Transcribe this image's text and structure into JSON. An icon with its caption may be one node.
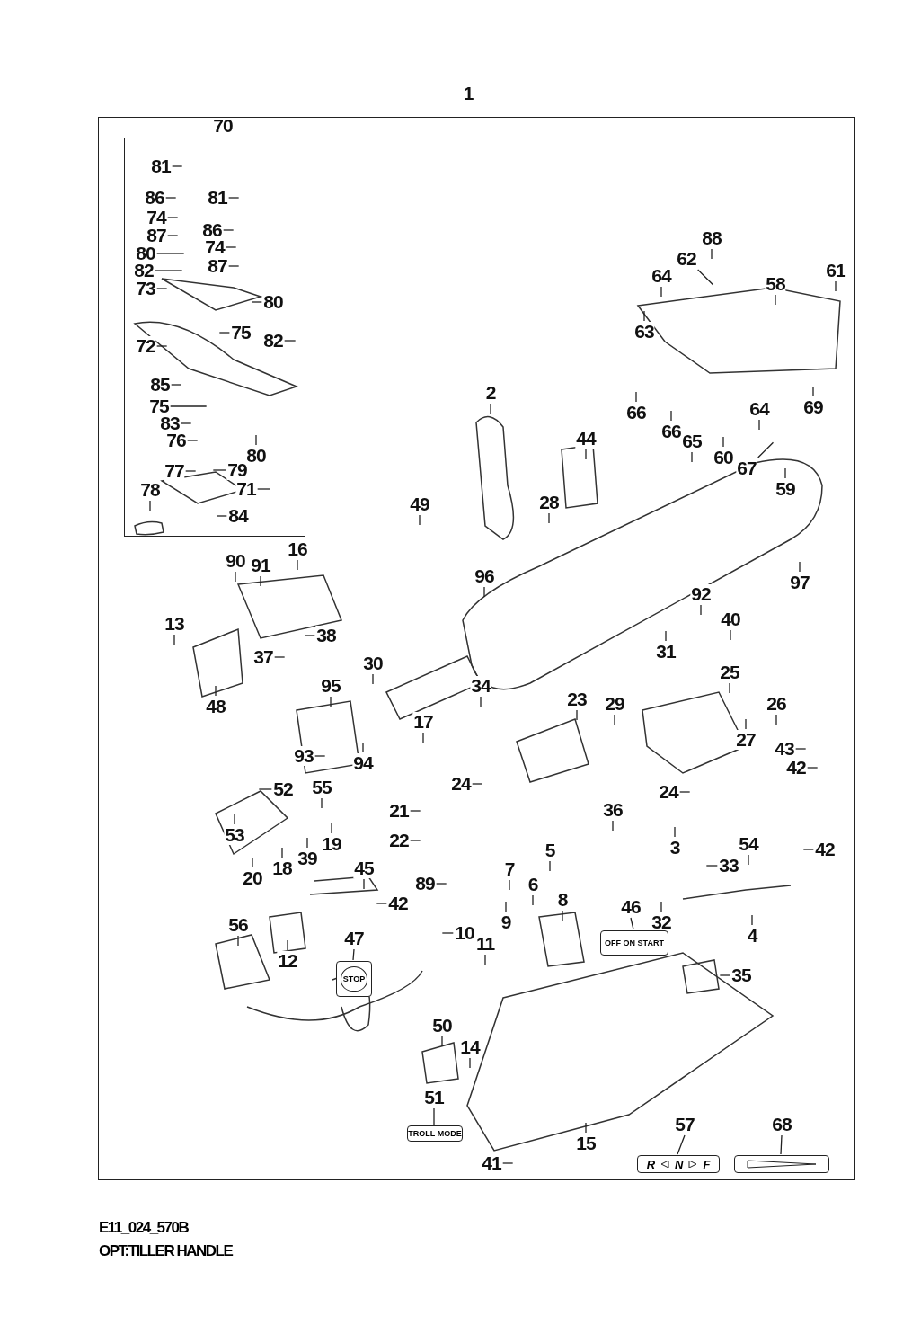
{
  "diagram": {
    "nodes": [
      {
        "text": [
          "1"
        ]
      },
      {
        "text": [
          "70"
        ],
        "in": 0
      },
      {
        "text": [
          "81"
        ],
        "in": 1
      },
      {
        "text": [
          "86"
        ],
        "in": 1
      },
      {
        "text": [
          "81"
        ],
        "in": 1
      },
      {
        "text": [
          "74"
        ],
        "in": 1
      },
      {
        "text": [
          "86"
        ],
        "in": 1
      },
      {
        "text": [
          "87"
        ],
        "in": 1
      },
      {
        "text": [
          "74"
        ],
        "in": 1
      },
      {
        "text": [
          "80"
        ],
        "in": 1
      },
      {
        "text": [
          "87"
        ],
        "in": 1
      },
      {
        "text": [
          "82"
        ],
        "in": 1
      },
      {
        "text": [
          "73"
        ],
        "in": 1
      },
      {
        "text": [
          "80"
        ],
        "in": 1
      },
      {
        "text": [
          "75"
        ],
        "in": 1
      },
      {
        "text": [
          "82"
        ],
        "in": 1
      },
      {
        "text": [
          "72"
        ],
        "in": 1
      },
      {
        "text": [
          "85"
        ],
        "in": 1
      },
      {
        "text": [
          "75"
        ],
        "in": 1
      },
      {
        "text": [
          "83"
        ],
        "in": 1
      },
      {
        "text": [
          "76"
        ],
        "in": 1
      },
      {
        "text": [
          "80"
        ],
        "in": 1
      },
      {
        "text": [
          "79"
        ],
        "in": 1
      },
      {
        "text": [
          "77"
        ],
        "in": 1
      },
      {
        "text": [
          "71"
        ],
        "in": 1
      },
      {
        "text": [
          "78"
        ],
        "in": 1
      },
      {
        "text": [
          "84"
        ],
        "in": 1
      },
      {
        "text": [
          "88"
        ],
        "in": 0
      },
      {
        "text": [
          "62"
        ],
        "in": 0
      },
      {
        "text": [
          "61"
        ],
        "in": 0
      },
      {
        "text": [
          "64"
        ],
        "in": 0
      },
      {
        "text": [
          "58"
        ],
        "in": 0
      },
      {
        "text": [
          "63"
        ],
        "in": 0
      },
      {
        "text": [
          "2"
        ],
        "in": 0
      },
      {
        "text": [
          "66"
        ],
        "in": 0
      },
      {
        "text": [
          "64"
        ],
        "in": 0
      },
      {
        "text": [
          "69"
        ],
        "in": 0
      },
      {
        "text": [
          "66"
        ],
        "in": 0
      },
      {
        "text": [
          "65"
        ],
        "in": 0
      },
      {
        "text": [
          "44"
        ],
        "in": 0
      },
      {
        "text": [
          "60"
        ],
        "in": 0
      },
      {
        "text": [
          "67"
        ],
        "in": 0
      },
      {
        "text": [
          "59"
        ],
        "in": 0
      },
      {
        "text": [
          "28"
        ],
        "in": 0
      },
      {
        "text": [
          "49"
        ],
        "in": 0
      },
      {
        "text": [
          "16"
        ],
        "in": 0
      },
      {
        "text": [
          "90"
        ],
        "in": 0
      },
      {
        "text": [
          "91"
        ],
        "in": 0
      },
      {
        "text": [
          "96"
        ],
        "in": 0
      },
      {
        "text": [
          "97"
        ],
        "in": 0
      },
      {
        "text": [
          "92"
        ],
        "in": 0
      },
      {
        "text": [
          "40"
        ],
        "in": 0
      },
      {
        "text": [
          "13"
        ],
        "in": 0
      },
      {
        "text": [
          "38"
        ],
        "in": 0
      },
      {
        "text": [
          "31"
        ],
        "in": 0
      },
      {
        "text": [
          "37"
        ],
        "in": 0
      },
      {
        "text": [
          "30"
        ],
        "in": 0
      },
      {
        "text": [
          "25"
        ],
        "in": 0
      },
      {
        "text": [
          "95"
        ],
        "in": 0
      },
      {
        "text": [
          "34"
        ],
        "in": 0
      },
      {
        "text": [
          "48"
        ],
        "in": 0
      },
      {
        "text": [
          "23"
        ],
        "in": 0
      },
      {
        "text": [
          "29"
        ],
        "in": 0
      },
      {
        "text": [
          "26"
        ],
        "in": 0
      },
      {
        "text": [
          "17"
        ],
        "in": 0
      },
      {
        "text": [
          "27"
        ],
        "in": 0
      },
      {
        "text": [
          "43"
        ],
        "in": 0
      },
      {
        "text": [
          "93"
        ],
        "in": 0
      },
      {
        "text": [
          "94"
        ],
        "in": 0
      },
      {
        "text": [
          "42"
        ],
        "in": 0
      },
      {
        "text": [
          "24"
        ],
        "in": 0
      },
      {
        "text": [
          "55"
        ],
        "in": 0
      },
      {
        "text": [
          "52"
        ],
        "in": 0
      },
      {
        "text": [
          "24"
        ],
        "in": 0
      },
      {
        "text": [
          "36"
        ],
        "in": 0
      },
      {
        "text": [
          "21"
        ],
        "in": 0
      },
      {
        "text": [
          "53"
        ],
        "in": 0
      },
      {
        "text": [
          "22"
        ],
        "in": 0
      },
      {
        "text": [
          "19"
        ],
        "in": 0
      },
      {
        "text": [
          "39"
        ],
        "in": 0
      },
      {
        "text": [
          "54"
        ],
        "in": 0
      },
      {
        "text": [
          "3"
        ],
        "in": 0
      },
      {
        "text": [
          "5"
        ],
        "in": 0
      },
      {
        "text": [
          "42"
        ],
        "in": 0
      },
      {
        "text": [
          "33"
        ],
        "in": 0
      },
      {
        "text": [
          "18"
        ],
        "in": 0
      },
      {
        "text": [
          "45"
        ],
        "in": 0
      },
      {
        "text": [
          "7"
        ],
        "in": 0
      },
      {
        "text": [
          "20"
        ],
        "in": 0
      },
      {
        "text": [
          "89"
        ],
        "in": 0
      },
      {
        "text": [
          "6"
        ],
        "in": 0
      },
      {
        "text": [
          "8"
        ],
        "in": 0
      },
      {
        "text": [
          "42"
        ],
        "in": 0
      },
      {
        "text": [
          "46"
        ],
        "in": 0
      },
      {
        "text": [
          "9"
        ],
        "in": 0
      },
      {
        "text": [
          "32"
        ],
        "in": 0
      },
      {
        "text": [
          "56"
        ],
        "in": 0
      },
      {
        "text": [
          "4"
        ],
        "in": 0
      },
      {
        "text": [
          "10"
        ],
        "in": 0
      },
      {
        "text": [
          "47"
        ],
        "in": 0
      },
      {
        "text": [
          "11"
        ],
        "in": 0
      },
      {
        "text": [
          "OFF ON START"
        ],
        "in": 0
      },
      {
        "text": [
          "12"
        ],
        "in": 0
      },
      {
        "text": [
          "35"
        ],
        "in": 0
      },
      {
        "text": [
          "STOP"
        ],
        "in": 0
      },
      {
        "text": [
          "50"
        ],
        "in": 0
      },
      {
        "text": [
          "14"
        ],
        "in": 0
      },
      {
        "text": [
          "51"
        ],
        "in": 0
      },
      {
        "text": [
          "57"
        ],
        "in": 0
      },
      {
        "text": [
          "68"
        ],
        "in": 0
      },
      {
        "text": [
          "TROLL MODE"
        ],
        "in": 0
      },
      {
        "text": [
          "15"
        ],
        "in": 0
      },
      {
        "text": [
          "R",
          "N",
          "F"
        ],
        "in": 0
      },
      {
        "text": [],
        "shape": "box",
        "in": 0
      },
      {
        "text": [
          "41"
        ],
        "in": 0
      }
    ],
    "edges": [
      {
        "from": 2,
        "to": null,
        "arrow": "none"
      },
      {
        "from": 3,
        "to": null,
        "arrow": "none"
      },
      {
        "from": 4,
        "to": null,
        "arrow": "none"
      },
      {
        "from": 5,
        "to": null,
        "arrow": "none"
      },
      {
        "from": 6,
        "to": null,
        "arrow": "none"
      },
      {
        "from": 7,
        "to": null,
        "arrow": "none"
      },
      {
        "from": 8,
        "to": null,
        "arrow": "none"
      },
      {
        "from": 9,
        "to": null,
        "arrow": "none"
      },
      {
        "from": 10,
        "to": null,
        "arrow": "none"
      },
      {
        "from": 11,
        "to": null,
        "arrow": "none"
      },
      {
        "from": 12,
        "to": null,
        "arrow": "none"
      },
      {
        "from": 13,
        "to": null,
        "arrow": "none"
      },
      {
        "from": 14,
        "to": null,
        "arrow": "none"
      },
      {
        "from": 15,
        "to": null,
        "arrow": "none"
      },
      {
        "from": 16,
        "to": null,
        "arrow": "none"
      },
      {
        "from": 17,
        "to": null,
        "arrow": "none"
      },
      {
        "from": 18,
        "to": null,
        "arrow": "none"
      },
      {
        "from": 19,
        "to": null,
        "arrow": "none"
      },
      {
        "from": 20,
        "to": null,
        "arrow": "none"
      },
      {
        "from": 21,
        "to": null,
        "arrow": "none"
      },
      {
        "from": 22,
        "to": null,
        "arrow": "none"
      },
      {
        "from": 23,
        "to": null,
        "arrow": "none"
      },
      {
        "from": 24,
        "to": null,
        "arrow": "none"
      },
      {
        "from": 25,
        "to": null,
        "arrow": "none"
      },
      {
        "from": 26,
        "to": null,
        "arrow": "none"
      },
      {
        "from": 27,
        "to": null,
        "arrow": "none"
      },
      {
        "from": 28,
        "to": null,
        "arrow": "none"
      },
      {
        "from": 29,
        "to": null,
        "arrow": "none"
      },
      {
        "from": 30,
        "to": null,
        "arrow": "none"
      },
      {
        "from": 31,
        "to": null,
        "arrow": "none"
      },
      {
        "from": 32,
        "to": null,
        "arrow": "none"
      },
      {
        "from": 33,
        "to": null,
        "arrow": "none"
      },
      {
        "from": 34,
        "to": null,
        "arrow": "none"
      },
      {
        "from": 35,
        "to": null,
        "arrow": "none"
      },
      {
        "from": 36,
        "to": null,
        "arrow": "none"
      },
      {
        "from": 37,
        "to": null,
        "arrow": "none"
      },
      {
        "from": 38,
        "to": null,
        "arrow": "none"
      },
      {
        "from": 39,
        "to": null,
        "arrow": "none"
      },
      {
        "from": 40,
        "to": null,
        "arrow": "none"
      },
      {
        "from": 41,
        "to": null,
        "arrow": "none"
      },
      {
        "from": 42,
        "to": null,
        "arrow": "none"
      },
      {
        "from": 43,
        "to": null,
        "arrow": "none"
      },
      {
        "from": 44,
        "to": null,
        "arrow": "none"
      },
      {
        "from": 45,
        "to": null,
        "arrow": "none"
      },
      {
        "from": 46,
        "to": null,
        "arrow": "none"
      },
      {
        "from": 47,
        "to": null,
        "arrow": "none"
      },
      {
        "from": 48,
        "to": null,
        "arrow": "none"
      },
      {
        "from": 49,
        "to": null,
        "arrow": "none"
      },
      {
        "from": 50,
        "to": null,
        "arrow": "none"
      },
      {
        "from": 51,
        "to": null,
        "arrow": "none"
      },
      {
        "from": 52,
        "to": null,
        "arrow": "none"
      },
      {
        "from": 53,
        "to": null,
        "arrow": "none"
      },
      {
        "from": 54,
        "to": null,
        "arrow": "none"
      },
      {
        "from": 55,
        "to": null,
        "arrow": "none"
      },
      {
        "from": 56,
        "to": null,
        "arrow": "none"
      },
      {
        "from": 57,
        "to": null,
        "arrow": "none"
      },
      {
        "from": 58,
        "to": null,
        "arrow": "none"
      },
      {
        "from": 59,
        "to": null,
        "arrow": "none"
      },
      {
        "from": 60,
        "to": null,
        "arrow": "none"
      },
      {
        "from": 61,
        "to": null,
        "arrow": "none"
      },
      {
        "from": 62,
        "to": null,
        "arrow": "none"
      },
      {
        "from": 63,
        "to": null,
        "arrow": "none"
      },
      {
        "from": 64,
        "to": null,
        "arrow": "none"
      },
      {
        "from": 65,
        "to": null,
        "arrow": "none"
      },
      {
        "from": 66,
        "to": null,
        "arrow": "none"
      },
      {
        "from": 67,
        "to": null,
        "arrow": "none"
      },
      {
        "from": 68,
        "to": null,
        "arrow": "none"
      },
      {
        "from": 69,
        "to": null,
        "arrow": "none"
      },
      {
        "from": 70,
        "to": null,
        "arrow": "none"
      },
      {
        "from": 71,
        "to": null,
        "arrow": "none"
      },
      {
        "from": 72,
        "to": null,
        "arrow": "none"
      },
      {
        "from": 73,
        "to": null,
        "arrow": "none"
      },
      {
        "from": 74,
        "to": null,
        "arrow": "none"
      },
      {
        "from": 75,
        "to": null,
        "arrow": "none"
      },
      {
        "from": 76,
        "to": null,
        "arrow": "none"
      },
      {
        "from": 77,
        "to": null,
        "arrow": "none"
      },
      {
        "from": 78,
        "to": null,
        "arrow": "none"
      },
      {
        "from": 79,
        "to": null,
        "arrow": "none"
      },
      {
        "from": 80,
        "to": null,
        "arrow": "none"
      },
      {
        "from": 81,
        "to": null,
        "arrow": "none"
      },
      {
        "from": 82,
        "to": null,
        "arrow": "none"
      },
      {
        "from": 83,
        "to": null,
        "arrow": "none"
      },
      {
        "from": 84,
        "to": null,
        "arrow": "none"
      },
      {
        "from": 85,
        "to": null,
        "arrow": "none"
      },
      {
        "from": 86,
        "to": null,
        "arrow": "none"
      },
      {
        "from": 87,
        "to": null,
        "arrow": "none"
      },
      {
        "from": 88,
        "to": null,
        "arrow": "none"
      },
      {
        "from": 89,
        "to": null,
        "arrow": "none"
      },
      {
        "from": 90,
        "to": null,
        "arrow": "none"
      },
      {
        "from": 91,
        "to": null,
        "arrow": "none"
      },
      {
        "from": 92,
        "to": null,
        "arrow": "none"
      },
      {
        "from": 93,
        "to": 101,
        "arrow": "none"
      },
      {
        "from": 94,
        "to": null,
        "arrow": "none"
      },
      {
        "from": 95,
        "to": null,
        "arrow": "none"
      },
      {
        "from": 96,
        "to": null,
        "arrow": "none"
      },
      {
        "from": 97,
        "to": null,
        "arrow": "none"
      },
      {
        "from": 98,
        "to": null,
        "arrow": "none"
      },
      {
        "from": 99,
        "to": 104,
        "arrow": "none"
      },
      {
        "from": 100,
        "to": null,
        "arrow": "none"
      },
      {
        "from": 102,
        "to": null,
        "arrow": "none"
      },
      {
        "from": 103,
        "to": null,
        "arrow": "none"
      },
      {
        "from": 105,
        "to": null,
        "arrow": "none"
      },
      {
        "from": 106,
        "to": null,
        "arrow": "none"
      },
      {
        "from": 107,
        "to": 110,
        "arrow": "none"
      },
      {
        "from": 108,
        "to": 112,
        "arrow": "none"
      },
      {
        "from": 109,
        "to": 113,
        "arrow": "none"
      },
      {
        "from": 111,
        "to": null,
        "arrow": "none"
      },
      {
        "from": 114,
        "to": null,
        "arrow": "none"
      }
    ],
    "labels": [
      "E11_024_570B",
      "OPT:TILLER HANDLE"
    ]
  }
}
